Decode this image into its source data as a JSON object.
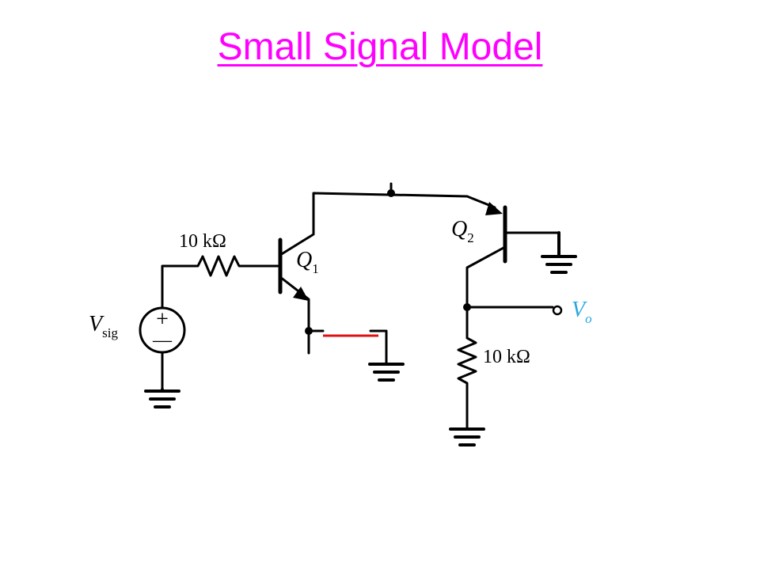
{
  "title": "Small Signal Model",
  "colors": {
    "title": "#ff00ff",
    "wire": "#000000",
    "highlight_wire": "#e01010",
    "output_label": "#29a8e0"
  },
  "diagram": {
    "source": {
      "label_main": "V",
      "label_sub": "sig",
      "plus_symbol": "+",
      "minus_symbol": "—"
    },
    "input_resistor": {
      "label": "10 kΩ"
    },
    "q1": {
      "label_main": "Q",
      "label_sub": "1"
    },
    "q2": {
      "label_main": "Q",
      "label_sub": "2"
    },
    "output": {
      "label_main": "V",
      "label_sub": "o"
    },
    "load_resistor": {
      "label": "10 kΩ"
    }
  }
}
